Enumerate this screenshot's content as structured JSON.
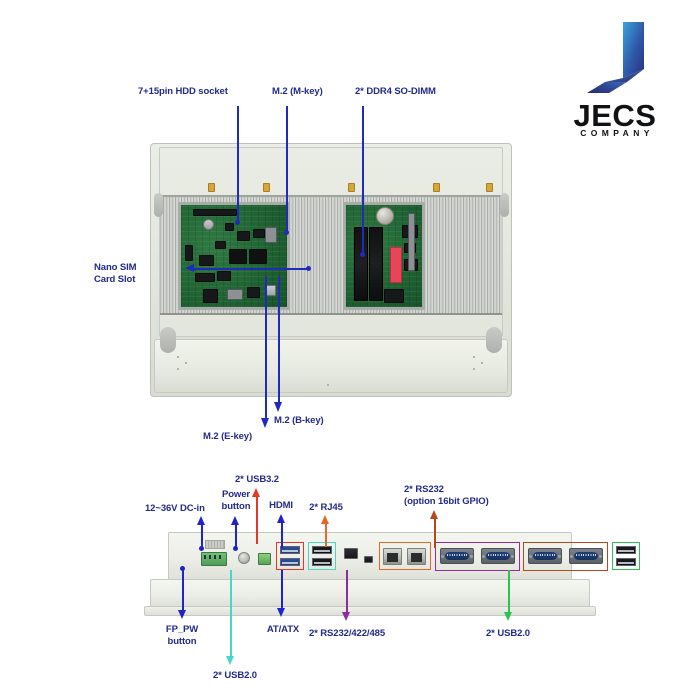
{
  "brand": {
    "logo_icon": "jecs-j-logo-icon",
    "name": "JECS",
    "tagline": "COMPANY",
    "logo_gradient_from": "#3aa0d6",
    "logo_gradient_to": "#2b2f7a"
  },
  "colors": {
    "label_navy": "#232a8c",
    "arrow_navy": "#1f2bbb",
    "arrow_red": "#e8352b",
    "arrow_orange": "#e3692a",
    "arrow_brown": "#b4491e",
    "arrow_purple": "#8f2ca0",
    "arrow_magenta": "#8f2ca0",
    "arrow_cyan": "#49d6c8",
    "arrow_green": "#2fc14f",
    "arrow_darkblue": "#2222cc"
  },
  "figure_top": {
    "name": "rear-view-with-open-maintenance-bays",
    "callouts": [
      {
        "id": "hdd-socket",
        "label": "7+15pin HDD socket",
        "color": "#1f2bbb",
        "direction": "up"
      },
      {
        "id": "m2-m-key",
        "label": "M.2 (M-key)",
        "color": "#1f2bbb",
        "direction": "up"
      },
      {
        "id": "ddr4-sodimm",
        "label": "2* DDR4 SO-DIMM",
        "color": "#1f2bbb",
        "direction": "up"
      },
      {
        "id": "nano-sim",
        "label": "Nano SIM\nCard Slot",
        "color": "#1f2bbb",
        "direction": "left"
      },
      {
        "id": "m2-e-key",
        "label": "M.2 (E-key)",
        "color": "#1f2bbb",
        "direction": "down"
      },
      {
        "id": "m2-b-key",
        "label": "M.2 (B-key)",
        "color": "#1f2bbb",
        "direction": "down"
      }
    ]
  },
  "figure_bottom": {
    "name": "bottom-io-panel",
    "callouts": [
      {
        "id": "dc-in",
        "label": "12~36V DC-in",
        "color": "#2222cc",
        "direction": "up"
      },
      {
        "id": "power-button",
        "label": "Power\nbutton",
        "color": "#2222cc",
        "direction": "up"
      },
      {
        "id": "usb32",
        "label": "2* USB3.2",
        "color": "#e8352b",
        "direction": "up"
      },
      {
        "id": "hdmi",
        "label": "HDMI",
        "color": "#2222cc",
        "direction": "up"
      },
      {
        "id": "rj45",
        "label": "2* RJ45",
        "color": "#e3692a",
        "direction": "up"
      },
      {
        "id": "rs232-gpio",
        "label": "2* RS232\n(option 16bit GPIO)",
        "color": "#b4491e",
        "direction": "up"
      },
      {
        "id": "fp-pw-button",
        "label": "FP_PW\nbutton",
        "color": "#2222cc",
        "direction": "down"
      },
      {
        "id": "usb20-bottom",
        "label": "2* USB2.0",
        "color": "#49d6c8",
        "direction": "down"
      },
      {
        "id": "at-atx",
        "label": "AT/ATX",
        "color": "#2222cc",
        "direction": "down"
      },
      {
        "id": "rs232-422-485",
        "label": "2* RS232/422/485",
        "color": "#8f2ca0",
        "direction": "down"
      },
      {
        "id": "usb20-right",
        "label": "2* USB2.0",
        "color": "#2fc14f",
        "direction": "down"
      }
    ],
    "port_group_outlines": [
      {
        "id": "usb32-group",
        "color": "#e8352b"
      },
      {
        "id": "usb20-group",
        "color": "#49d6c8"
      },
      {
        "id": "rj45-group",
        "color": "#e3692a"
      },
      {
        "id": "rs232-422-485-group",
        "color": "#8f2ca0"
      },
      {
        "id": "rs232-gpio-group",
        "color": "#b4491e"
      },
      {
        "id": "usb20-right-group",
        "color": "#2fc14f"
      }
    ]
  }
}
